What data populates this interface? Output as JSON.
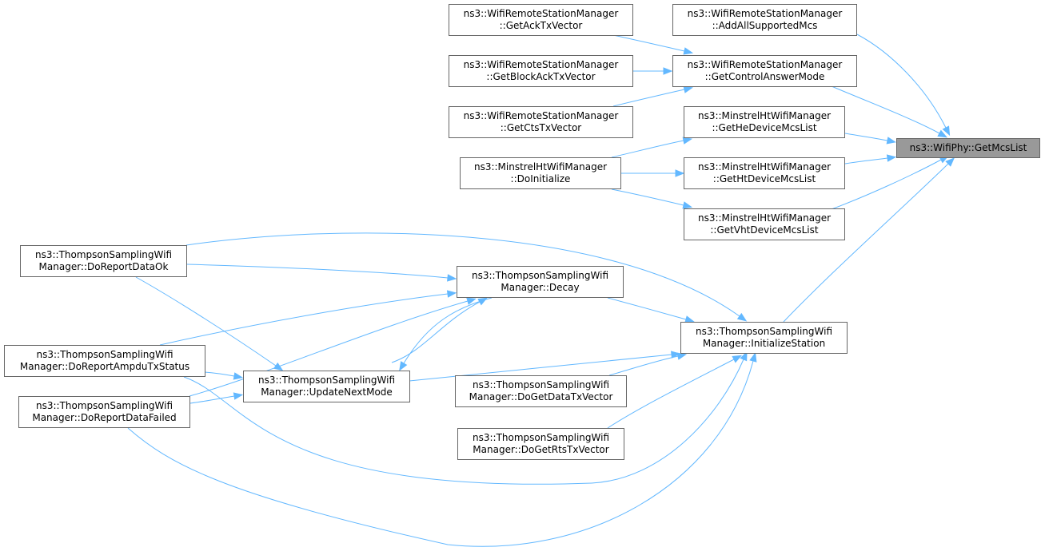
{
  "diagram": {
    "type": "call-graph",
    "edge_color": "#63b8ff",
    "root_fill": "#999999",
    "node_border": "#666666",
    "nodes": [
      {
        "id": "n_getmcs",
        "lines": [
          "ns3::WifiPhy::GetMcsList"
        ],
        "root": true
      },
      {
        "id": "n_addall",
        "lines": [
          "ns3::WifiRemoteStationManager",
          "::AddAllSupportedMcs"
        ]
      },
      {
        "id": "n_getack",
        "lines": [
          "ns3::WifiRemoteStationManager",
          "::GetAckTxVector"
        ]
      },
      {
        "id": "n_getctrl",
        "lines": [
          "ns3::WifiRemoteStationManager",
          "::GetControlAnswerMode"
        ]
      },
      {
        "id": "n_getblock",
        "lines": [
          "ns3::WifiRemoteStationManager",
          "::GetBlockAckTxVector"
        ]
      },
      {
        "id": "n_getcts",
        "lines": [
          "ns3::WifiRemoteStationManager",
          "::GetCtsTxVector"
        ]
      },
      {
        "id": "n_hedev",
        "lines": [
          "ns3::MinstrelHtWifiManager",
          "::GetHeDeviceMcsList"
        ]
      },
      {
        "id": "n_htdev",
        "lines": [
          "ns3::MinstrelHtWifiManager",
          "::GetHtDeviceMcsList"
        ]
      },
      {
        "id": "n_vhtdev",
        "lines": [
          "ns3::MinstrelHtWifiManager",
          "::GetVhtDeviceMcsList"
        ]
      },
      {
        "id": "n_doinit",
        "lines": [
          "ns3::MinstrelHtWifiManager",
          "::DoInitialize"
        ]
      },
      {
        "id": "n_initst",
        "lines": [
          "ns3::ThompsonSamplingWifi",
          "Manager::InitializeStation"
        ]
      },
      {
        "id": "n_decay",
        "lines": [
          "ns3::ThompsonSamplingWifi",
          "Manager::Decay"
        ]
      },
      {
        "id": "n_dataok",
        "lines": [
          "ns3::ThompsonSamplingWifi",
          "Manager::DoReportDataOk"
        ]
      },
      {
        "id": "n_ampdu",
        "lines": [
          "ns3::ThompsonSamplingWifi",
          "Manager::DoReportAmpduTxStatus"
        ]
      },
      {
        "id": "n_failed",
        "lines": [
          "ns3::ThompsonSamplingWifi",
          "Manager::DoReportDataFailed"
        ]
      },
      {
        "id": "n_update",
        "lines": [
          "ns3::ThompsonSamplingWifi",
          "Manager::UpdateNextMode"
        ]
      },
      {
        "id": "n_getdata",
        "lines": [
          "ns3::ThompsonSamplingWifi",
          "Manager::DoGetDataTxVector"
        ]
      },
      {
        "id": "n_getrts",
        "lines": [
          "ns3::ThompsonSamplingWifi",
          "Manager::DoGetRtsTxVector"
        ]
      }
    ],
    "edges": [
      {
        "from": "n_addall",
        "to": "n_getmcs"
      },
      {
        "from": "n_getctrl",
        "to": "n_getmcs"
      },
      {
        "from": "n_hedev",
        "to": "n_getmcs"
      },
      {
        "from": "n_htdev",
        "to": "n_getmcs"
      },
      {
        "from": "n_vhtdev",
        "to": "n_getmcs"
      },
      {
        "from": "n_initst",
        "to": "n_getmcs"
      },
      {
        "from": "n_getack",
        "to": "n_getctrl"
      },
      {
        "from": "n_getblock",
        "to": "n_getctrl"
      },
      {
        "from": "n_getcts",
        "to": "n_getctrl"
      },
      {
        "from": "n_doinit",
        "to": "n_hedev"
      },
      {
        "from": "n_doinit",
        "to": "n_htdev"
      },
      {
        "from": "n_doinit",
        "to": "n_vhtdev"
      },
      {
        "from": "n_dataok",
        "to": "n_initst"
      },
      {
        "from": "n_dataok",
        "to": "n_decay"
      },
      {
        "from": "n_dataok",
        "to": "n_update"
      },
      {
        "from": "n_decay",
        "to": "n_initst"
      },
      {
        "from": "n_decay",
        "to": "n_update"
      },
      {
        "from": "n_update",
        "to": "n_decay"
      },
      {
        "from": "n_update",
        "to": "n_initst"
      },
      {
        "from": "n_ampdu",
        "to": "n_decay"
      },
      {
        "from": "n_ampdu",
        "to": "n_update"
      },
      {
        "from": "n_ampdu",
        "to": "n_initst"
      },
      {
        "from": "n_failed",
        "to": "n_decay"
      },
      {
        "from": "n_failed",
        "to": "n_update"
      },
      {
        "from": "n_failed",
        "to": "n_initst"
      },
      {
        "from": "n_getdata",
        "to": "n_initst"
      },
      {
        "from": "n_getrts",
        "to": "n_initst"
      }
    ]
  }
}
